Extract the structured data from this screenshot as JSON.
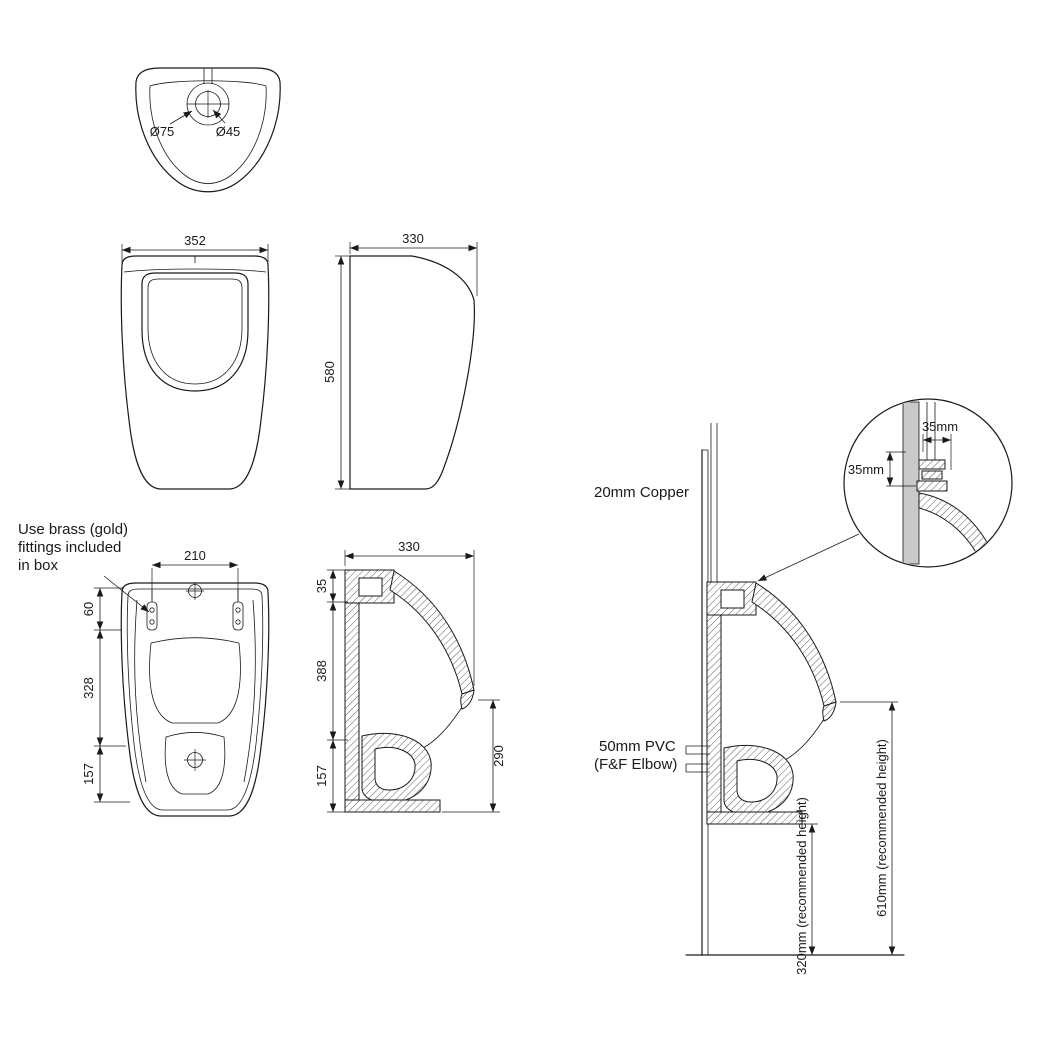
{
  "drawing": {
    "top_view": {
      "outer_diameter": "Ø75",
      "inner_diameter": "Ø45"
    },
    "front_view": {
      "width": "352"
    },
    "side_view": {
      "depth": "330",
      "height": "580"
    },
    "fixing_view": {
      "note_line1": "Use brass (gold)",
      "note_line2": "fittings included",
      "note_line3": "in box",
      "hole_spacing": "210",
      "dim_top": "60",
      "dim_middle": "328",
      "dim_bottom": "157"
    },
    "section_view": {
      "depth": "330",
      "lip_height": "35",
      "upper_height": "388",
      "lower_height": "157",
      "spout_height": "290"
    },
    "installation": {
      "supply_pipe": "20mm Copper",
      "waste_pipe_line1": "50mm PVC",
      "waste_pipe_line2": "(F&F Elbow)",
      "outlet_height": "320mm (recommended height)",
      "rim_height": "610mm (recommended height)",
      "detail_horizontal": "35mm",
      "detail_vertical": "35mm"
    }
  }
}
